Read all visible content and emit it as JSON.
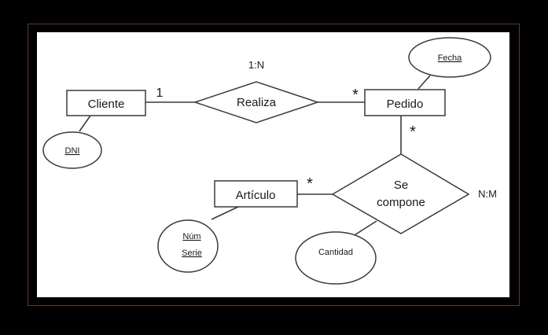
{
  "entities": {
    "cliente": "Cliente",
    "pedido": "Pedido",
    "articulo": "Artículo"
  },
  "relationships": {
    "realiza": "Realiza",
    "se_compone_line1": "Se",
    "se_compone_line2": "compone"
  },
  "attributes": {
    "dni": "DNI",
    "fecha": "Fecha",
    "num_serie_line1": "Núm",
    "num_serie_line2": "Serie",
    "cantidad": "Cantidad"
  },
  "cardinalities": {
    "realiza_type": "1:N",
    "cliente_side": "1",
    "pedido_side": "*",
    "pedido_compone_side": "*",
    "articulo_side": "*",
    "compone_type": "N:M"
  },
  "colors": {
    "background": "#000000",
    "canvas": "#ffffff",
    "stroke": "#3a3a3a"
  }
}
